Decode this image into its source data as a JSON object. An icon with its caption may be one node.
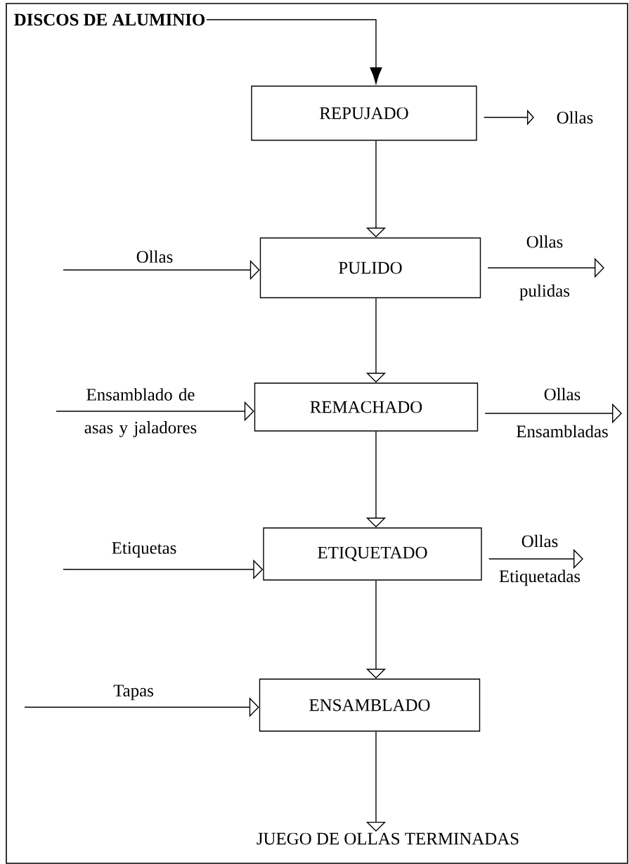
{
  "diagram": {
    "nodes": [
      {
        "text": [
          "DISCOS DE ALUMINIO"
        ]
      },
      {
        "text": [
          "REPUJADO"
        ]
      },
      {
        "text": [
          "PULIDO"
        ]
      },
      {
        "text": [
          "REMACHADO"
        ]
      },
      {
        "text": [
          "ETIQUETADO"
        ]
      },
      {
        "text": [
          "ENSAMBLADO"
        ]
      },
      {
        "text": [
          "JUEGO DE OLLAS TERMINADAS"
        ]
      }
    ],
    "edges": [
      {
        "from": 0,
        "to": 1,
        "arrow": "to"
      },
      {
        "from": 1,
        "to": null,
        "arrow": "to",
        "label": "Ollas"
      },
      {
        "from": 1,
        "to": 2,
        "arrow": "to"
      },
      {
        "from": null,
        "to": 2,
        "arrow": "to",
        "label": "Ollas"
      },
      {
        "from": 2,
        "to": null,
        "arrow": "to",
        "label": "Ollas pulidas"
      },
      {
        "from": 2,
        "to": 3,
        "arrow": "to"
      },
      {
        "from": null,
        "to": 3,
        "arrow": "to",
        "label": "Ensamblado de asas y jaladores"
      },
      {
        "from": 3,
        "to": null,
        "arrow": "to",
        "label": "Ollas Ensambladas"
      },
      {
        "from": 3,
        "to": 4,
        "arrow": "to"
      },
      {
        "from": null,
        "to": 4,
        "arrow": "to",
        "label": "Etiquetas"
      },
      {
        "from": 4,
        "to": null,
        "arrow": "to",
        "label": "Ollas Etiquetadas"
      },
      {
        "from": 4,
        "to": 5,
        "arrow": "to"
      },
      {
        "from": null,
        "to": 5,
        "arrow": "to",
        "label": "Tapas"
      },
      {
        "from": 5,
        "to": 6,
        "arrow": "to"
      }
    ]
  }
}
